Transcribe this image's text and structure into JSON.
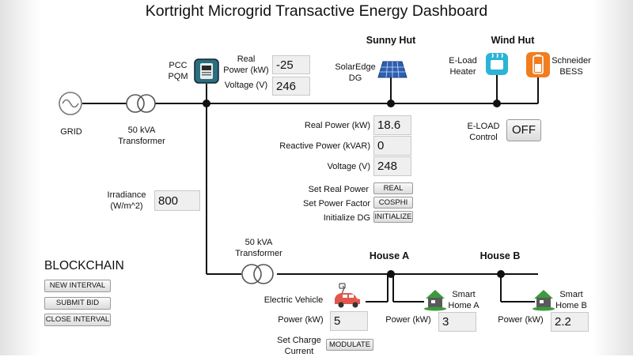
{
  "title": "Kortright Microgrid Transactive Energy Dashboard",
  "grid": {
    "label": "GRID",
    "icon": "ac-source-icon"
  },
  "transformer_top": {
    "label_line1": "50 kVA",
    "label_line2": "Transformer"
  },
  "pcc": {
    "label_line1": "PCC",
    "label_line2": "PQM",
    "real_power_label_line1": "Real",
    "real_power_label_line2": "Power (kW)",
    "real_power_value": "-25",
    "voltage_label": "Voltage (V)",
    "voltage_value": "246"
  },
  "sunny_hut": {
    "title": "Sunny Hut",
    "dg_label_line1": "SolarEdge",
    "dg_label_line2": "DG",
    "real_power_label": "Real Power (kW)",
    "real_power_value": "18.6",
    "reactive_power_label": "Reactive Power (kVAR)",
    "reactive_power_value": "0",
    "voltage_label": "Voltage (V)",
    "voltage_value": "248",
    "set_real_power_label": "Set Real Power",
    "set_real_power_button": "REAL",
    "set_power_factor_label": "Set Power Factor",
    "set_power_factor_button": "COSPHI",
    "init_dg_label": "Initialize DG",
    "init_dg_button": "INITIALIZE",
    "irradiance_label_line1": "Irradiance",
    "irradiance_label_line2": "(W/m^2)",
    "irradiance_value": "800"
  },
  "wind_hut": {
    "title": "Wind Hut",
    "eload_label_line1": "E-Load",
    "eload_label_line2": "Heater",
    "bess_label_line1": "Schneider",
    "bess_label_line2": "BESS",
    "eload_control_label_line1": "E-LOAD",
    "eload_control_label_line2": "Control",
    "eload_control_button": "OFF"
  },
  "transformer_bottom": {
    "label_line1": "50 kVA",
    "label_line2": "Transformer"
  },
  "blockchain": {
    "title": "BLOCKCHAIN",
    "new_interval": "NEW INTERVAL",
    "submit_bid": "SUBMIT BID",
    "close_interval": "CLOSE INTERVAL"
  },
  "house_a": {
    "title": "House A",
    "ev_label": "Electric Vehicle",
    "ev_power_label": "Power (kW)",
    "ev_power_value": "5",
    "charge_label_line1": "Set Charge",
    "charge_label_line2": "Current",
    "modulate_button": "MODULATE",
    "smart_home_line1": "Smart",
    "smart_home_line2": "Home A",
    "home_power_label": "Power (kW)",
    "home_power_value": "3"
  },
  "house_b": {
    "title": "House B",
    "smart_home_line1": "Smart",
    "smart_home_line2": "Home B",
    "home_power_label": "Power (kW)",
    "home_power_value": "2.2"
  },
  "colors": {
    "line": "#111111",
    "bess_orange": "#f07d1f",
    "heater_cyan": "#2ab4d6",
    "house_green": "#3d9a3d",
    "solar_blue": "#2f5fae",
    "ev_red": "#e2574c"
  }
}
